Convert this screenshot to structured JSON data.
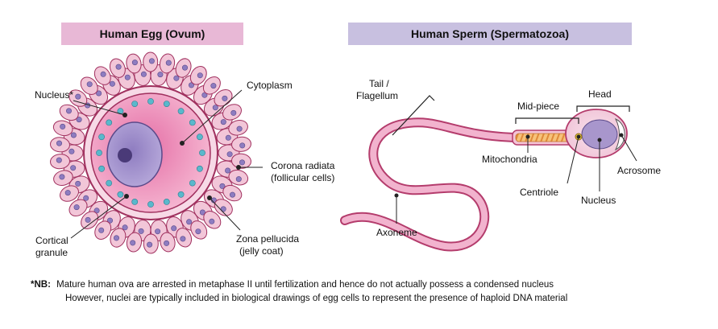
{
  "egg": {
    "title": "Human Egg (Ovum)",
    "labels": {
      "nucleus": "Nucleus*",
      "cytoplasm": "Cytoplasm",
      "corona_1": "Corona radiata",
      "corona_2": "(follicular cells)",
      "cortical_1": "Cortical",
      "cortical_2": "granule",
      "zona_1": "Zona pellucida",
      "zona_2": "(jelly coat)"
    }
  },
  "sperm": {
    "title": "Human Sperm (Spermatozoa)",
    "labels": {
      "tail_1": "Tail /",
      "tail_2": "Flagellum",
      "midpiece": "Mid-piece",
      "head": "Head",
      "mitochondria": "Mitochondria",
      "acrosome": "Acrosome",
      "centriole": "Centriole",
      "nucleus": "Nucleus",
      "axoneme": "Axoneme"
    }
  },
  "footnote": {
    "marker": "*NB:",
    "line1": "Mature human ova are arrested in metaphase II until fertilization and hence do not actually possess a condensed nucleus",
    "line2": "However, nuclei are typically included in biological drawings of egg cells to represent the presence of haploid DNA material"
  },
  "colors": {
    "egg_title_bg": "#e8b8d6",
    "sperm_title_bg": "#c8c0e0",
    "cell_pink": "#f2c6d8",
    "cell_outline": "#a0305e",
    "nucleus_purple": "#a896cc",
    "granule_blue": "#5ab8cc",
    "mitochondria_orange": "#f0b060"
  }
}
